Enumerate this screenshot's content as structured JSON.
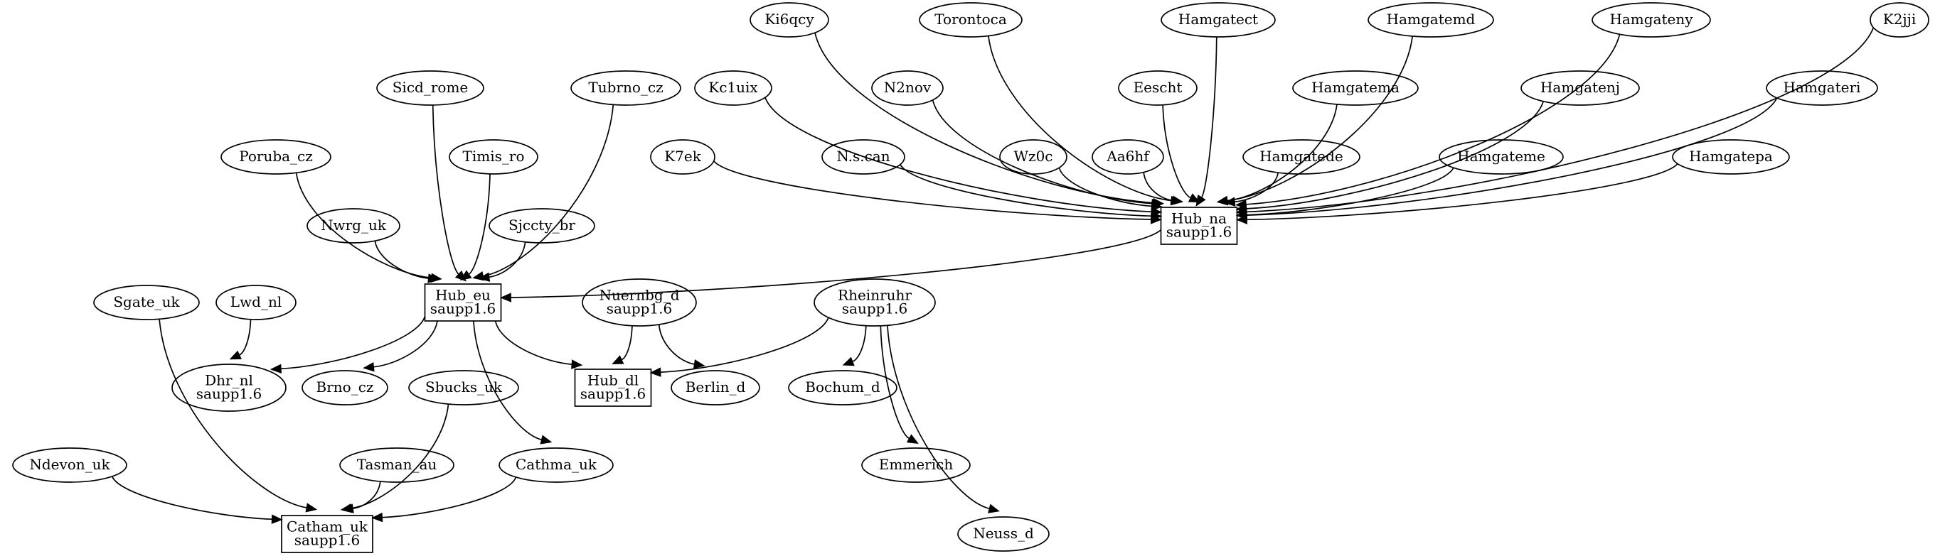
{
  "nodes": [
    {
      "id": "ki6qcy",
      "lines": [
        "Ki6qcy"
      ],
      "shape": "ellipse"
    },
    {
      "id": "torontoca",
      "lines": [
        "Torontoca"
      ],
      "shape": "ellipse"
    },
    {
      "id": "hamgatect",
      "lines": [
        "Hamgatect"
      ],
      "shape": "ellipse"
    },
    {
      "id": "hamgatemd",
      "lines": [
        "Hamgatemd"
      ],
      "shape": "ellipse"
    },
    {
      "id": "hamgateny",
      "lines": [
        "Hamgateny"
      ],
      "shape": "ellipse"
    },
    {
      "id": "k2jji",
      "lines": [
        "K2jji"
      ],
      "shape": "ellipse"
    },
    {
      "id": "sicd-rome",
      "lines": [
        "Sicd_rome"
      ],
      "shape": "ellipse"
    },
    {
      "id": "tubrno-cz",
      "lines": [
        "Tubrno_cz"
      ],
      "shape": "ellipse"
    },
    {
      "id": "kc1uix",
      "lines": [
        "Kc1uix"
      ],
      "shape": "ellipse"
    },
    {
      "id": "n2nov",
      "lines": [
        "N2nov"
      ],
      "shape": "ellipse"
    },
    {
      "id": "eescht",
      "lines": [
        "Eescht"
      ],
      "shape": "ellipse"
    },
    {
      "id": "hamgatema",
      "lines": [
        "Hamgatema"
      ],
      "shape": "ellipse"
    },
    {
      "id": "hamgatenj",
      "lines": [
        "Hamgatenj"
      ],
      "shape": "ellipse"
    },
    {
      "id": "hamgateri",
      "lines": [
        "Hamgateri"
      ],
      "shape": "ellipse"
    },
    {
      "id": "poruba-cz",
      "lines": [
        "Poruba_cz"
      ],
      "shape": "ellipse"
    },
    {
      "id": "timis-ro",
      "lines": [
        "Timis_ro"
      ],
      "shape": "ellipse"
    },
    {
      "id": "k7ek",
      "lines": [
        "K7ek"
      ],
      "shape": "ellipse"
    },
    {
      "id": "nscan",
      "lines": [
        "N.s.can"
      ],
      "shape": "ellipse"
    },
    {
      "id": "wz0c",
      "lines": [
        "Wz0c"
      ],
      "shape": "ellipse"
    },
    {
      "id": "aa6hf",
      "lines": [
        "Aa6hf"
      ],
      "shape": "ellipse"
    },
    {
      "id": "hamgatede",
      "lines": [
        "Hamgatede"
      ],
      "shape": "ellipse"
    },
    {
      "id": "hamgateme",
      "lines": [
        "Hamgateme"
      ],
      "shape": "ellipse"
    },
    {
      "id": "hamgatepa",
      "lines": [
        "Hamgatepa"
      ],
      "shape": "ellipse"
    },
    {
      "id": "nwrg-uk",
      "lines": [
        "Nwrg_uk"
      ],
      "shape": "ellipse"
    },
    {
      "id": "sjccty-br",
      "lines": [
        "Sjccty_br"
      ],
      "shape": "ellipse"
    },
    {
      "id": "hub-na",
      "lines": [
        "Hub_na",
        "saupp1.6"
      ],
      "shape": "box"
    },
    {
      "id": "sgate-uk",
      "lines": [
        "Sgate_uk"
      ],
      "shape": "ellipse"
    },
    {
      "id": "lwd-nl",
      "lines": [
        "Lwd_nl"
      ],
      "shape": "ellipse"
    },
    {
      "id": "hub-eu",
      "lines": [
        "Hub_eu",
        "saupp1.6"
      ],
      "shape": "box"
    },
    {
      "id": "nuernbg-d",
      "lines": [
        "Nuernbg_d",
        "saupp1.6"
      ],
      "shape": "ellipse"
    },
    {
      "id": "rheinruhr",
      "lines": [
        "Rheinruhr",
        "saupp1.6"
      ],
      "shape": "ellipse"
    },
    {
      "id": "dhr-nl",
      "lines": [
        "Dhr_nl",
        "saupp1.6"
      ],
      "shape": "ellipse"
    },
    {
      "id": "brno-cz",
      "lines": [
        "Brno_cz"
      ],
      "shape": "ellipse"
    },
    {
      "id": "sbucks-uk",
      "lines": [
        "Sbucks_uk"
      ],
      "shape": "ellipse"
    },
    {
      "id": "hub-dl",
      "lines": [
        "Hub_dl",
        "saupp1.6"
      ],
      "shape": "box"
    },
    {
      "id": "berlin-d",
      "lines": [
        "Berlin_d"
      ],
      "shape": "ellipse"
    },
    {
      "id": "bochum-d",
      "lines": [
        "Bochum_d"
      ],
      "shape": "ellipse"
    },
    {
      "id": "ndevon-uk",
      "lines": [
        "Ndevon_uk"
      ],
      "shape": "ellipse"
    },
    {
      "id": "tasman-au",
      "lines": [
        "Tasman_au"
      ],
      "shape": "ellipse"
    },
    {
      "id": "cathma-uk",
      "lines": [
        "Cathma_uk"
      ],
      "shape": "ellipse"
    },
    {
      "id": "emmerich",
      "lines": [
        "Emmerich"
      ],
      "shape": "ellipse"
    },
    {
      "id": "catham-uk",
      "lines": [
        "Catham_uk",
        "saupp1.6"
      ],
      "shape": "box"
    },
    {
      "id": "neuss-d",
      "lines": [
        "Neuss_d"
      ],
      "shape": "ellipse"
    }
  ],
  "edges": [
    {
      "from": "ki6qcy",
      "to": "hub-na"
    },
    {
      "from": "torontoca",
      "to": "hub-na"
    },
    {
      "from": "hamgatect",
      "to": "hub-na"
    },
    {
      "from": "hamgatemd",
      "to": "hub-na"
    },
    {
      "from": "hamgateny",
      "to": "hub-na"
    },
    {
      "from": "k2jji",
      "to": "hub-na"
    },
    {
      "from": "kc1uix",
      "to": "hub-na"
    },
    {
      "from": "n2nov",
      "to": "hub-na"
    },
    {
      "from": "eescht",
      "to": "hub-na"
    },
    {
      "from": "hamgatema",
      "to": "hub-na"
    },
    {
      "from": "hamgatenj",
      "to": "hub-na"
    },
    {
      "from": "hamgateri",
      "to": "hub-na"
    },
    {
      "from": "k7ek",
      "to": "hub-na"
    },
    {
      "from": "nscan",
      "to": "hub-na"
    },
    {
      "from": "wz0c",
      "to": "hub-na"
    },
    {
      "from": "aa6hf",
      "to": "hub-na"
    },
    {
      "from": "hamgatede",
      "to": "hub-na"
    },
    {
      "from": "hamgateme",
      "to": "hub-na"
    },
    {
      "from": "hamgatepa",
      "to": "hub-na"
    },
    {
      "from": "sicd-rome",
      "to": "hub-eu"
    },
    {
      "from": "tubrno-cz",
      "to": "hub-eu"
    },
    {
      "from": "poruba-cz",
      "to": "hub-eu"
    },
    {
      "from": "timis-ro",
      "to": "hub-eu"
    },
    {
      "from": "nwrg-uk",
      "to": "hub-eu"
    },
    {
      "from": "sjccty-br",
      "to": "hub-eu"
    },
    {
      "from": "hub-na",
      "to": "hub-eu"
    },
    {
      "from": "lwd-nl",
      "to": "dhr-nl"
    },
    {
      "from": "hub-eu",
      "to": "dhr-nl"
    },
    {
      "from": "hub-eu",
      "to": "brno-cz"
    },
    {
      "from": "hub-eu",
      "to": "hub-dl"
    },
    {
      "from": "hub-eu",
      "to": "cathma-uk"
    },
    {
      "from": "nuernbg-d",
      "to": "hub-dl"
    },
    {
      "from": "nuernbg-d",
      "to": "berlin-d"
    },
    {
      "from": "rheinruhr",
      "to": "hub-dl"
    },
    {
      "from": "rheinruhr",
      "to": "bochum-d"
    },
    {
      "from": "rheinruhr",
      "to": "emmerich"
    },
    {
      "from": "rheinruhr",
      "to": "neuss-d"
    },
    {
      "from": "sgate-uk",
      "to": "catham-uk"
    },
    {
      "from": "sbucks-uk",
      "to": "catham-uk"
    },
    {
      "from": "ndevon-uk",
      "to": "catham-uk"
    },
    {
      "from": "tasman-au",
      "to": "catham-uk"
    },
    {
      "from": "cathma-uk",
      "to": "catham-uk"
    }
  ]
}
